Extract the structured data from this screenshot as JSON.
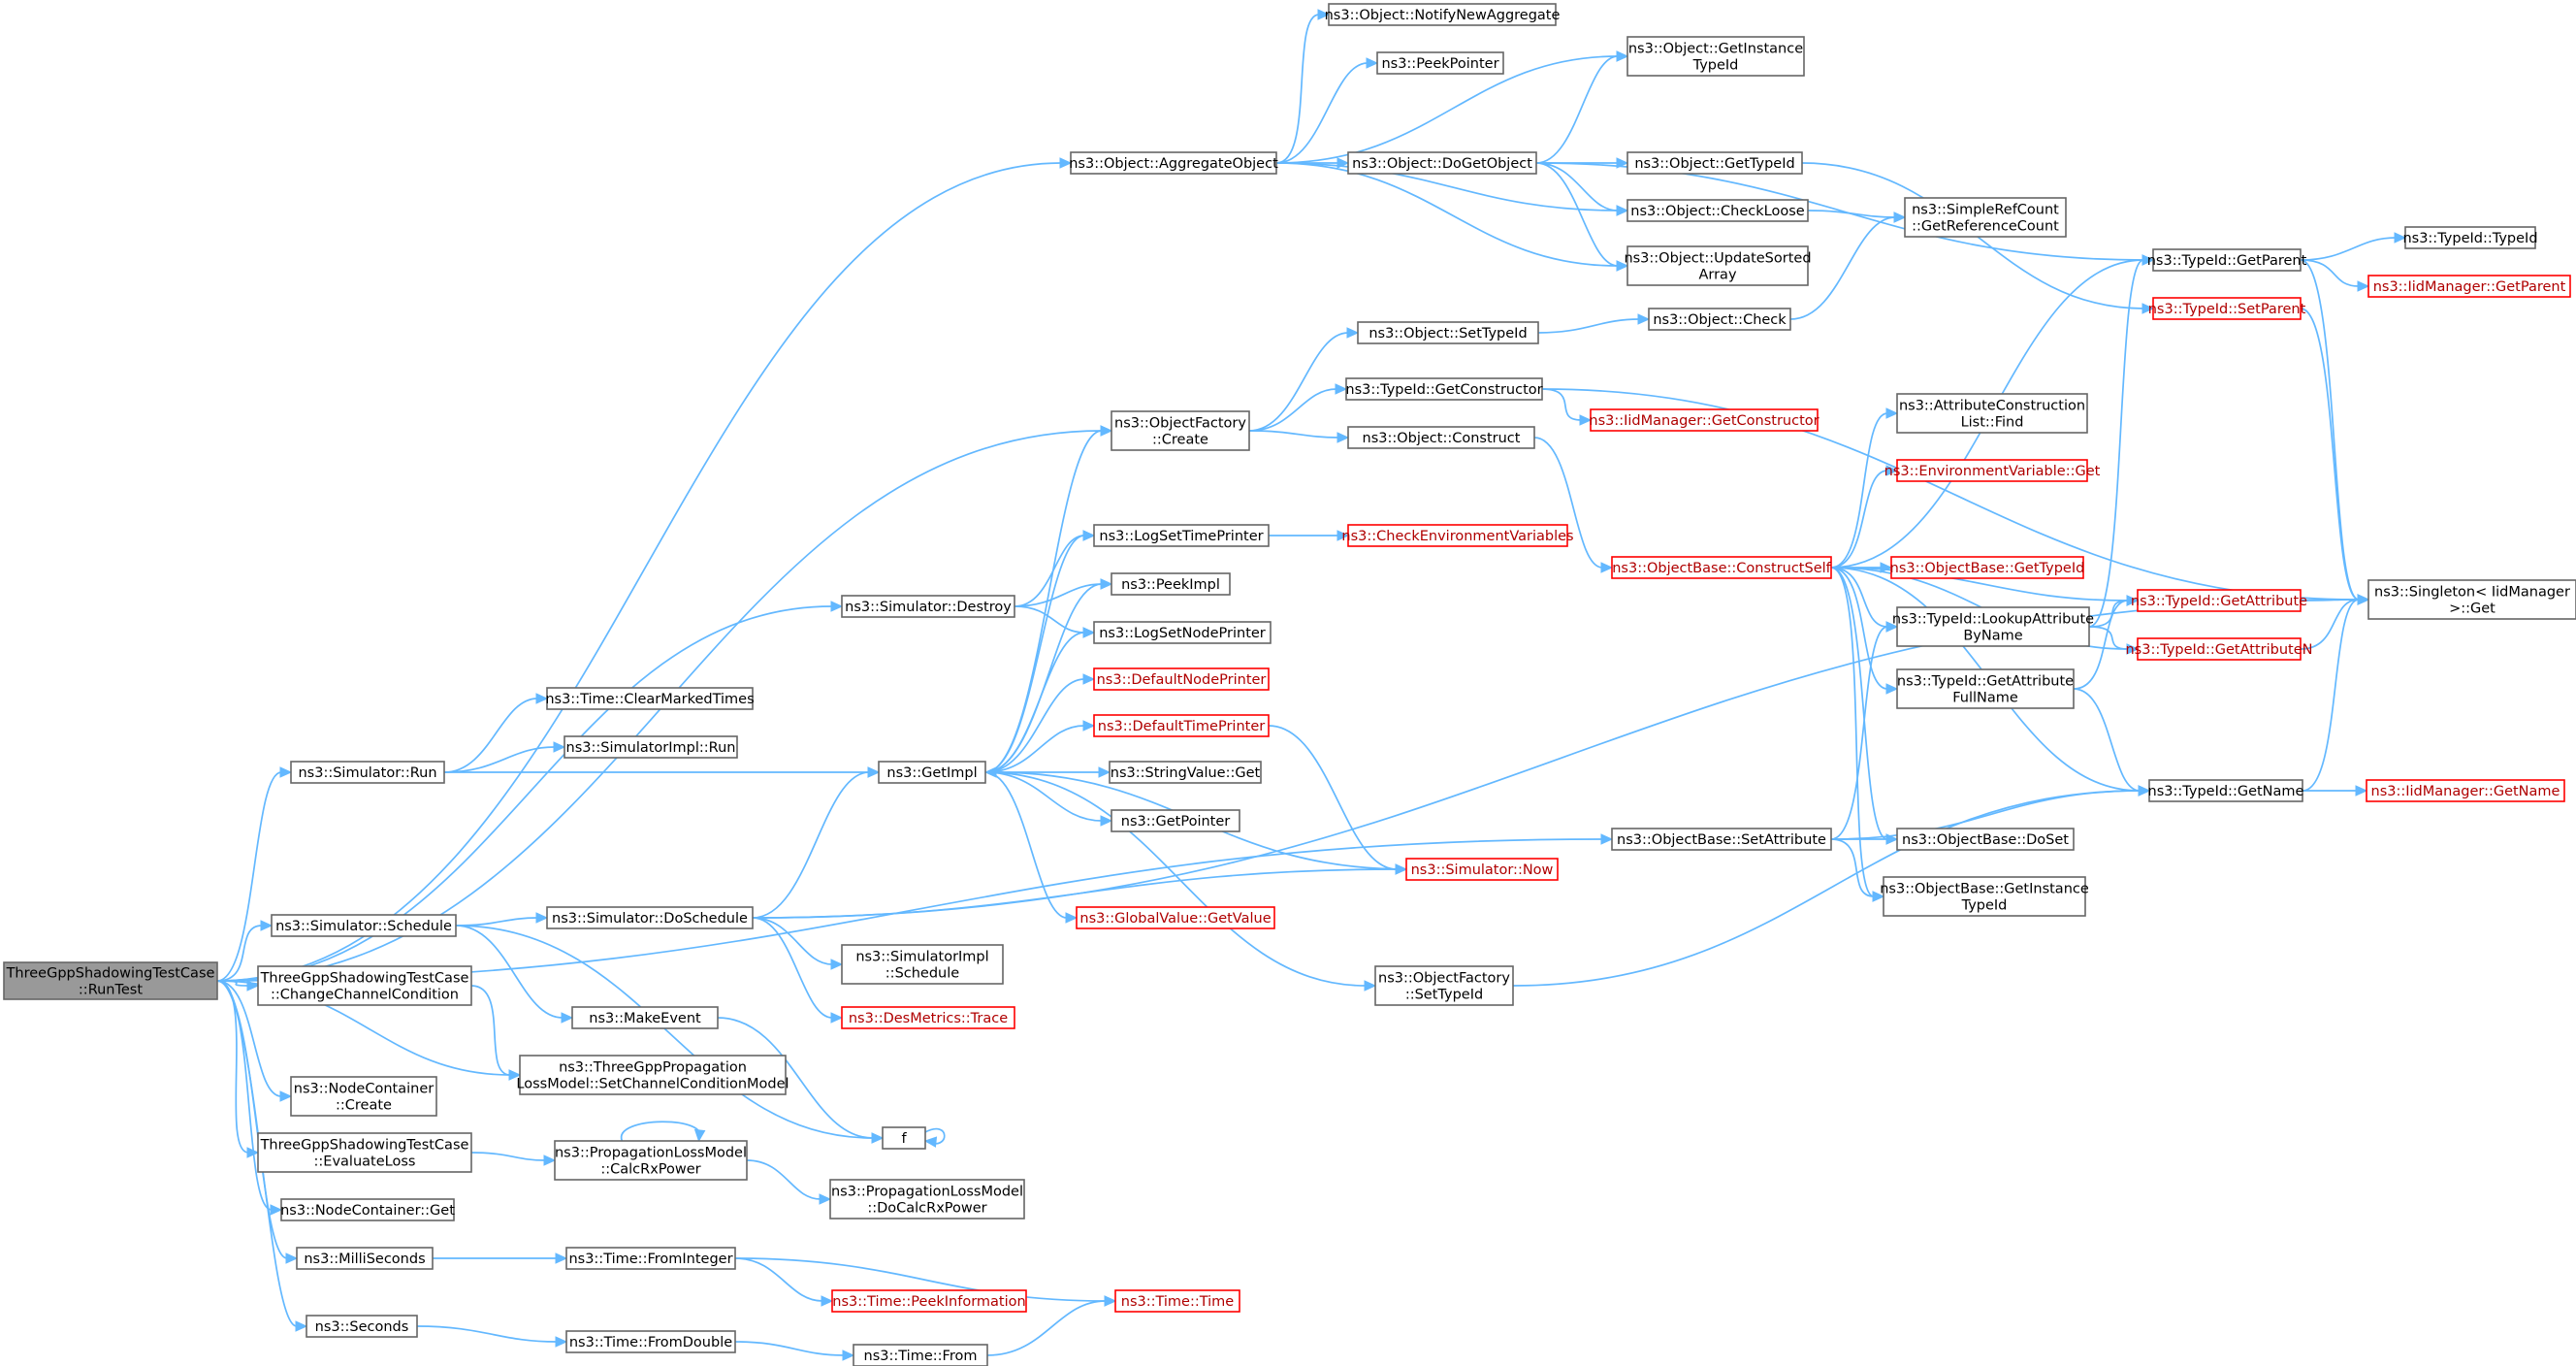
{
  "colors": {
    "edge": "#63b8ff",
    "node_border": "#666666",
    "undocumented_border": "#ff0000",
    "root_fill": "#999999"
  },
  "nodes": [
    {
      "id": "root",
      "lines": [
        "ThreeGppShadowingTestCase",
        "::RunTest"
      ],
      "style": "root"
    },
    {
      "id": "aggobj",
      "lines": [
        "ns3::Object::AggregateObject"
      ]
    },
    {
      "id": "notify",
      "lines": [
        "ns3::Object::NotifyNewAggregate"
      ]
    },
    {
      "id": "peekptr",
      "lines": [
        "ns3::PeekPointer"
      ]
    },
    {
      "id": "getinst",
      "lines": [
        "ns3::Object::GetInstance",
        "TypeId"
      ]
    },
    {
      "id": "dogetobj",
      "lines": [
        "ns3::Object::DoGetObject"
      ]
    },
    {
      "id": "gettypeid",
      "lines": [
        "ns3::Object::GetTypeId"
      ]
    },
    {
      "id": "checkloose",
      "lines": [
        "ns3::Object::CheckLoose"
      ]
    },
    {
      "id": "updsorted",
      "lines": [
        "ns3::Object::UpdateSorted",
        "Array"
      ]
    },
    {
      "id": "simplerc",
      "lines": [
        "ns3::SimpleRefCount",
        "::GetReferenceCount"
      ]
    },
    {
      "id": "check",
      "lines": [
        "ns3::Object::Check"
      ]
    },
    {
      "id": "settypeid",
      "lines": [
        "ns3::Object::SetTypeId"
      ]
    },
    {
      "id": "getctor",
      "lines": [
        "ns3::TypeId::GetConstructor"
      ]
    },
    {
      "id": "iidgetctor",
      "lines": [
        "ns3::IidManager::GetConstructor"
      ],
      "style": "red"
    },
    {
      "id": "objconstruct",
      "lines": [
        "ns3::Object::Construct"
      ]
    },
    {
      "id": "ofcreate",
      "lines": [
        "ns3::ObjectFactory",
        "::Create"
      ]
    },
    {
      "id": "tidgetparent",
      "lines": [
        "ns3::TypeId::GetParent"
      ]
    },
    {
      "id": "tidsetparent",
      "lines": [
        "ns3::TypeId::SetParent"
      ],
      "style": "red"
    },
    {
      "id": "tidtypeid",
      "lines": [
        "ns3::TypeId::TypeId"
      ]
    },
    {
      "id": "iidgetparent",
      "lines": [
        "ns3::IidManager::GetParent"
      ],
      "style": "red"
    },
    {
      "id": "attrfind",
      "lines": [
        "ns3::AttributeConstruction",
        "List::Find"
      ]
    },
    {
      "id": "envget",
      "lines": [
        "ns3::EnvironmentVariable::Get"
      ],
      "style": "red"
    },
    {
      "id": "constructself",
      "lines": [
        "ns3::ObjectBase::ConstructSelf"
      ],
      "style": "red"
    },
    {
      "id": "obgettypeid",
      "lines": [
        "ns3::ObjectBase::GetTypeId"
      ],
      "style": "red"
    },
    {
      "id": "lookupattr",
      "lines": [
        "ns3::TypeId::LookupAttribute",
        "ByName"
      ]
    },
    {
      "id": "getattrfull",
      "lines": [
        "ns3::TypeId::GetAttribute",
        "FullName"
      ]
    },
    {
      "id": "tidgetattr",
      "lines": [
        "ns3::TypeId::GetAttribute"
      ],
      "style": "red"
    },
    {
      "id": "tidgetattrn",
      "lines": [
        "ns3::TypeId::GetAttributeN"
      ],
      "style": "red"
    },
    {
      "id": "singleton",
      "lines": [
        "ns3::Singleton< IidManager",
        " >::Get"
      ]
    },
    {
      "id": "tidgetname",
      "lines": [
        "ns3::TypeId::GetName"
      ]
    },
    {
      "id": "iidgetname",
      "lines": [
        "ns3::IidManager::GetName"
      ],
      "style": "red"
    },
    {
      "id": "obsetattr",
      "lines": [
        "ns3::ObjectBase::SetAttribute"
      ]
    },
    {
      "id": "obdoset",
      "lines": [
        "ns3::ObjectBase::DoSet"
      ]
    },
    {
      "id": "obgetinst",
      "lines": [
        "ns3::ObjectBase::GetInstance",
        "TypeId"
      ]
    },
    {
      "id": "ofsettypeid",
      "lines": [
        "ns3::ObjectFactory",
        "::SetTypeId"
      ]
    },
    {
      "id": "logsettime",
      "lines": [
        "ns3::LogSetTimePrinter"
      ]
    },
    {
      "id": "checkenv",
      "lines": [
        "ns3::CheckEnvironmentVariables"
      ],
      "style": "red"
    },
    {
      "id": "peekimpl",
      "lines": [
        "ns3::PeekImpl"
      ]
    },
    {
      "id": "logsetnode",
      "lines": [
        "ns3::LogSetNodePrinter"
      ]
    },
    {
      "id": "defnode",
      "lines": [
        "ns3::DefaultNodePrinter"
      ],
      "style": "red"
    },
    {
      "id": "deftime",
      "lines": [
        "ns3::DefaultTimePrinter"
      ],
      "style": "red"
    },
    {
      "id": "strvalget",
      "lines": [
        "ns3::StringValue::Get"
      ]
    },
    {
      "id": "getpointer",
      "lines": [
        "ns3::GetPointer"
      ]
    },
    {
      "id": "simnow",
      "lines": [
        "ns3::Simulator::Now"
      ],
      "style": "red"
    },
    {
      "id": "globalval",
      "lines": [
        "ns3::GlobalValue::GetValue"
      ],
      "style": "red"
    },
    {
      "id": "getimpl",
      "lines": [
        "ns3::GetImpl"
      ]
    },
    {
      "id": "simdestroy",
      "lines": [
        "ns3::Simulator::Destroy"
      ]
    },
    {
      "id": "clearmarked",
      "lines": [
        "ns3::Time::ClearMarkedTimes"
      ]
    },
    {
      "id": "simimplrun",
      "lines": [
        "ns3::SimulatorImpl::Run"
      ]
    },
    {
      "id": "simrun",
      "lines": [
        "ns3::Simulator::Run"
      ]
    },
    {
      "id": "simschedule",
      "lines": [
        "ns3::Simulator::Schedule"
      ]
    },
    {
      "id": "doschedule",
      "lines": [
        "ns3::Simulator::DoSchedule"
      ]
    },
    {
      "id": "simimplsched",
      "lines": [
        "ns3::SimulatorImpl",
        "::Schedule"
      ]
    },
    {
      "id": "destrace",
      "lines": [
        "ns3::DesMetrics::Trace"
      ],
      "style": "red"
    },
    {
      "id": "makeevent",
      "lines": [
        "ns3::MakeEvent"
      ]
    },
    {
      "id": "changechan",
      "lines": [
        "ThreeGppShadowingTestCase",
        "::ChangeChannelCondition"
      ]
    },
    {
      "id": "setchanmodel",
      "lines": [
        "ns3::ThreeGppPropagation",
        "LossModel::SetChannelConditionModel"
      ]
    },
    {
      "id": "nccreate",
      "lines": [
        "ns3::NodeContainer",
        "::Create"
      ]
    },
    {
      "id": "f",
      "lines": [
        "f"
      ]
    },
    {
      "id": "evalloss",
      "lines": [
        "ThreeGppShadowingTestCase",
        "::EvaluateLoss"
      ]
    },
    {
      "id": "calcrx",
      "lines": [
        "ns3::PropagationLossModel",
        "::CalcRxPower"
      ]
    },
    {
      "id": "docalcrx",
      "lines": [
        "ns3::PropagationLossModel",
        "::DoCalcRxPower"
      ]
    },
    {
      "id": "ncget",
      "lines": [
        "ns3::NodeContainer::Get"
      ]
    },
    {
      "id": "millis",
      "lines": [
        "ns3::MilliSeconds"
      ]
    },
    {
      "id": "fromint",
      "lines": [
        "ns3::Time::FromInteger"
      ]
    },
    {
      "id": "peekinfo",
      "lines": [
        "ns3::Time::PeekInformation"
      ],
      "style": "red"
    },
    {
      "id": "timetime",
      "lines": [
        "ns3::Time::Time"
      ],
      "style": "red"
    },
    {
      "id": "seconds",
      "lines": [
        "ns3::Seconds"
      ]
    },
    {
      "id": "fromdouble",
      "lines": [
        "ns3::Time::FromDouble"
      ]
    },
    {
      "id": "timefrom",
      "lines": [
        "ns3::Time::From"
      ]
    }
  ],
  "edges": [
    [
      "root",
      "aggobj"
    ],
    [
      "root",
      "ofcreate"
    ],
    [
      "root",
      "obsetattr"
    ],
    [
      "root",
      "simdestroy"
    ],
    [
      "root",
      "simrun"
    ],
    [
      "root",
      "simschedule"
    ],
    [
      "root",
      "changechan"
    ],
    [
      "root",
      "setchanmodel"
    ],
    [
      "root",
      "nccreate"
    ],
    [
      "root",
      "evalloss"
    ],
    [
      "root",
      "ncget"
    ],
    [
      "root",
      "millis"
    ],
    [
      "root",
      "seconds"
    ],
    [
      "aggobj",
      "notify"
    ],
    [
      "aggobj",
      "peekptr"
    ],
    [
      "aggobj",
      "getinst"
    ],
    [
      "aggobj",
      "dogetobj"
    ],
    [
      "aggobj",
      "checkloose"
    ],
    [
      "aggobj",
      "updsorted"
    ],
    [
      "dogetobj",
      "getinst"
    ],
    [
      "dogetobj",
      "gettypeid"
    ],
    [
      "dogetobj",
      "checkloose"
    ],
    [
      "dogetobj",
      "updsorted"
    ],
    [
      "dogetobj",
      "tidgetparent"
    ],
    [
      "gettypeid",
      "tidsetparent"
    ],
    [
      "checkloose",
      "simplerc"
    ],
    [
      "check",
      "simplerc"
    ],
    [
      "ofcreate",
      "settypeid"
    ],
    [
      "ofcreate",
      "getctor"
    ],
    [
      "ofcreate",
      "objconstruct"
    ],
    [
      "settypeid",
      "check"
    ],
    [
      "getctor",
      "iidgetctor"
    ],
    [
      "getctor",
      "singleton"
    ],
    [
      "objconstruct",
      "constructself"
    ],
    [
      "tidgetparent",
      "tidtypeid"
    ],
    [
      "tidgetparent",
      "iidgetparent"
    ],
    [
      "tidgetparent",
      "singleton"
    ],
    [
      "tidsetparent",
      "singleton"
    ],
    [
      "constructself",
      "tidgetparent"
    ],
    [
      "constructself",
      "attrfind"
    ],
    [
      "constructself",
      "envget"
    ],
    [
      "constructself",
      "obgettypeid"
    ],
    [
      "constructself",
      "tidgetattr"
    ],
    [
      "constructself",
      "lookupattr"
    ],
    [
      "constructself",
      "getattrfull"
    ],
    [
      "constructself",
      "tidgetattrn"
    ],
    [
      "constructself",
      "tidgetname"
    ],
    [
      "constructself",
      "obdoset"
    ],
    [
      "constructself",
      "obgetinst"
    ],
    [
      "lookupattr",
      "tidgetparent"
    ],
    [
      "lookupattr",
      "tidgetattr"
    ],
    [
      "lookupattr",
      "tidgetattrn"
    ],
    [
      "getattrfull",
      "tidgetattr"
    ],
    [
      "getattrfull",
      "tidgetname"
    ],
    [
      "tidgetattr",
      "singleton"
    ],
    [
      "tidgetattrn",
      "singleton"
    ],
    [
      "tidgetname",
      "singleton"
    ],
    [
      "tidgetname",
      "iidgetname"
    ],
    [
      "obsetattr",
      "lookupattr"
    ],
    [
      "obsetattr",
      "obdoset"
    ],
    [
      "obsetattr",
      "obgetinst"
    ],
    [
      "obsetattr",
      "tidgetname"
    ],
    [
      "ofsettypeid",
      "tidgetname"
    ],
    [
      "simdestroy",
      "logsettime"
    ],
    [
      "simdestroy",
      "peekimpl"
    ],
    [
      "simdestroy",
      "logsetnode"
    ],
    [
      "logsettime",
      "checkenv"
    ],
    [
      "getimpl",
      "ofcreate"
    ],
    [
      "getimpl",
      "logsettime"
    ],
    [
      "getimpl",
      "peekimpl"
    ],
    [
      "getimpl",
      "logsetnode"
    ],
    [
      "getimpl",
      "defnode"
    ],
    [
      "getimpl",
      "deftime"
    ],
    [
      "getimpl",
      "strvalget"
    ],
    [
      "getimpl",
      "getpointer"
    ],
    [
      "getimpl",
      "globalval"
    ],
    [
      "getimpl",
      "ofsettypeid"
    ],
    [
      "deftime",
      "simnow"
    ],
    [
      "simnow",
      "getimpl"
    ],
    [
      "simrun",
      "clearmarked"
    ],
    [
      "simrun",
      "simimplrun"
    ],
    [
      "simrun",
      "getimpl"
    ],
    [
      "simschedule",
      "doschedule"
    ],
    [
      "simschedule",
      "makeevent"
    ],
    [
      "simschedule",
      "f"
    ],
    [
      "doschedule",
      "getimpl"
    ],
    [
      "doschedule",
      "simnow"
    ],
    [
      "doschedule",
      "simimplsched"
    ],
    [
      "doschedule",
      "destrace"
    ],
    [
      "doschedule",
      "singleton"
    ],
    [
      "makeevent",
      "f"
    ],
    [
      "f",
      "f"
    ],
    [
      "changechan",
      "setchanmodel"
    ],
    [
      "evalloss",
      "calcrx"
    ],
    [
      "calcrx",
      "calcrx"
    ],
    [
      "calcrx",
      "docalcrx"
    ],
    [
      "millis",
      "fromint"
    ],
    [
      "fromint",
      "peekinfo"
    ],
    [
      "fromint",
      "timetime"
    ],
    [
      "seconds",
      "fromdouble"
    ],
    [
      "fromdouble",
      "timefrom"
    ],
    [
      "timefrom",
      "timetime"
    ]
  ]
}
